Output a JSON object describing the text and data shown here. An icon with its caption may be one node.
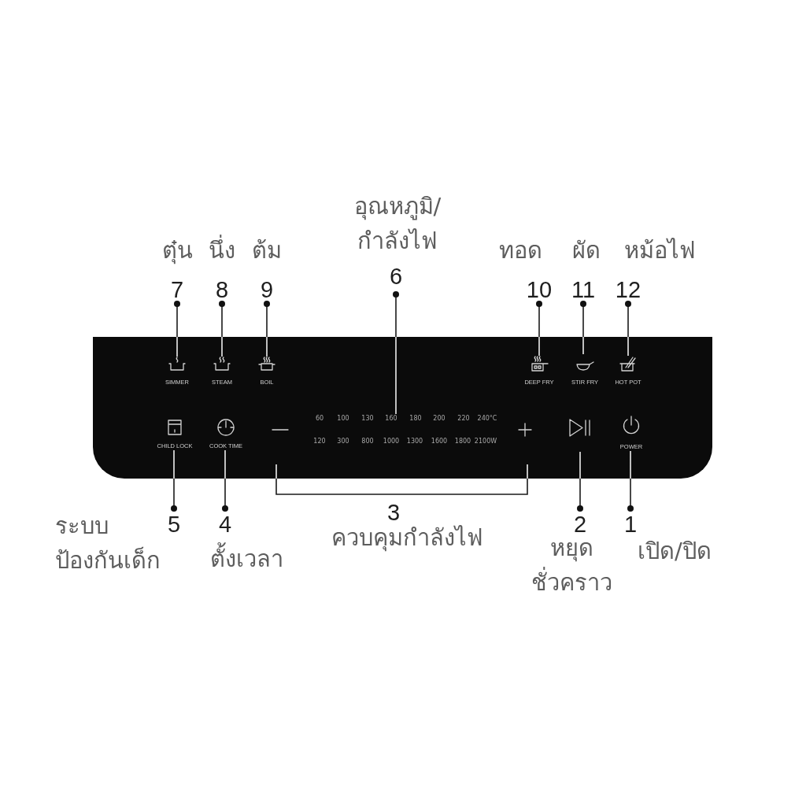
{
  "diagram": {
    "nodes": [
      {
        "text": [
          "ตุ๋น",
          "7"
        ]
      },
      {
        "text": [
          "นึ่ง",
          "8"
        ]
      },
      {
        "text": [
          "ต้ม",
          "9"
        ]
      },
      {
        "text": [
          "อุณหภูมิ/กำลังไฟ",
          "6"
        ]
      },
      {
        "text": [
          "ทอด",
          "10"
        ]
      },
      {
        "text": [
          "ผัด",
          "11"
        ]
      },
      {
        "text": [
          "หม้อไฟ",
          "12"
        ]
      },
      {
        "text": [],
        "shape": "box"
      },
      {
        "text": [
          "SIMMER"
        ],
        "in": 7
      },
      {
        "text": [
          "STEAM"
        ],
        "in": 7
      },
      {
        "text": [
          "BOIL"
        ],
        "in": 7
      },
      {
        "text": [
          "DEEP FRY"
        ],
        "in": 7
      },
      {
        "text": [
          "STIR FRY"
        ],
        "in": 7
      },
      {
        "text": [
          "HOT POT"
        ],
        "in": 7
      },
      {
        "text": [
          "CHILD LOCK"
        ],
        "in": 7
      },
      {
        "text": [
          "COOK TIME"
        ],
        "in": 7
      },
      {
        "text": [
          "60",
          "100",
          "130",
          "160",
          "180",
          "200",
          "220",
          "240°C",
          "120",
          "300",
          "800",
          "1000",
          "1300",
          "1600",
          "1800",
          "2100W"
        ],
        "in": 7
      },
      {
        "text": [],
        "shape": "picture",
        "in": 7
      },
      {
        "text": [
          "POWER"
        ],
        "in": 7
      },
      {
        "text": [
          "ระบบป้องกันเด็ก",
          "5"
        ]
      },
      {
        "text": [
          "4",
          "ตั้งเวลา"
        ]
      },
      {
        "text": [
          "2",
          "หยุดชั่วคราว"
        ]
      },
      {
        "text": [
          "1",
          "เปิด/ปิด"
        ]
      }
    ],
    "edges": [
      {
        "from": 0,
        "to": 8,
        "arrow": "other"
      },
      {
        "from": 1,
        "to": 9,
        "arrow": "other"
      },
      {
        "from": 2,
        "to": 10,
        "arrow": "other"
      },
      {
        "from": 3,
        "to": 16,
        "arrow": "other"
      },
      {
        "from": 4,
        "to": 11,
        "arrow": "other"
      },
      {
        "from": 5,
        "to": 12,
        "arrow": "other"
      },
      {
        "from": 6,
        "to": 13,
        "arrow": "other"
      },
      {
        "from": 19,
        "to": 14,
        "arrow": "other"
      },
      {
        "from": 20,
        "to": 15,
        "arrow": "other"
      },
      {
        "from": 21,
        "to": 17,
        "arrow": "other"
      },
      {
        "from": 22,
        "to": 18,
        "arrow": "other"
      }
    ],
    "labels": [
      "3",
      "ควบคุมกำลังไฟ"
    ]
  }
}
